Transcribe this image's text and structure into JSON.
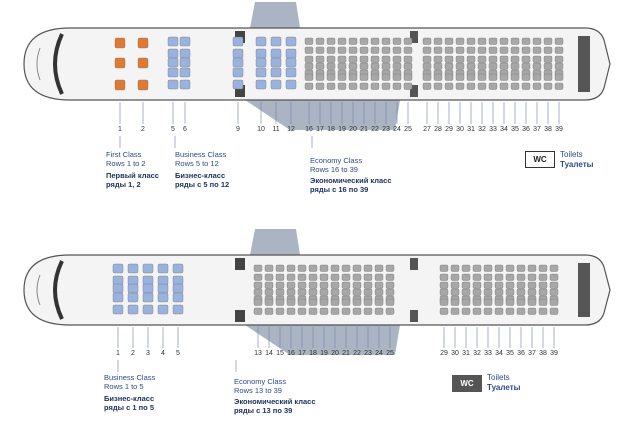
{
  "colors": {
    "first": "#e07a32",
    "business": "#9ab3de",
    "economy": "#a7a7a7",
    "fuselage": "#f4f4f4",
    "outline": "#555555",
    "wing": "#aab4c3"
  },
  "wc": {
    "label": "WC",
    "en": "Toilets",
    "ru": "Туалеты"
  },
  "plane1": {
    "first_rows": [
      1,
      2
    ],
    "business_rows": [
      5,
      6,
      9,
      10,
      11,
      12
    ],
    "economy_rows": [
      16,
      17,
      18,
      19,
      20,
      21,
      22,
      23,
      24,
      25,
      27,
      28,
      29,
      30,
      31,
      32,
      33,
      34,
      35,
      36,
      37,
      38,
      39
    ],
    "row_labels": [
      "1",
      "2",
      "5",
      "6",
      "9",
      "10",
      "11",
      "12",
      "16",
      "17",
      "18",
      "19",
      "20",
      "21",
      "22",
      "23",
      "24",
      "25",
      "27",
      "28",
      "29",
      "30",
      "31",
      "32",
      "33",
      "34",
      "35",
      "36",
      "37",
      "38",
      "39"
    ],
    "first_class": {
      "en": "First Class",
      "en2": "Rows 1 to 2",
      "ru": "Первый класс",
      "ru2": "ряды 1, 2"
    },
    "business_class": {
      "en": "Business Class",
      "en2": "Rows 5 to 12",
      "ru": "Бизнес-класс",
      "ru2": "ряды с 5 по 12"
    },
    "economy_class": {
      "en": "Economy Class",
      "en2": "Rows 16 to 39",
      "ru": "Экономический класс",
      "ru2": "ряды с 16 по 39"
    }
  },
  "plane2": {
    "business_rows": [
      1,
      2,
      3,
      4,
      5
    ],
    "economy_rows": [
      13,
      14,
      15,
      16,
      17,
      18,
      19,
      20,
      21,
      22,
      23,
      24,
      25,
      29,
      30,
      31,
      32,
      33,
      34,
      35,
      36,
      37,
      38,
      39
    ],
    "row_labels": [
      "1",
      "2",
      "3",
      "4",
      "5",
      "13",
      "14",
      "15",
      "16",
      "17",
      "18",
      "19",
      "20",
      "21",
      "22",
      "23",
      "24",
      "25",
      "29",
      "30",
      "31",
      "32",
      "33",
      "34",
      "35",
      "36",
      "37",
      "38",
      "39"
    ],
    "business_class": {
      "en": "Business Class",
      "en2": "Rows 1 to 5",
      "ru": "Бизнес-класс",
      "ru2": "ряды с 1 по 5"
    },
    "economy_class": {
      "en": "Economy Class",
      "en2": "Rows 13 to 39",
      "ru": "Экономический класс",
      "ru2": "ряды с 13 по 39"
    }
  }
}
